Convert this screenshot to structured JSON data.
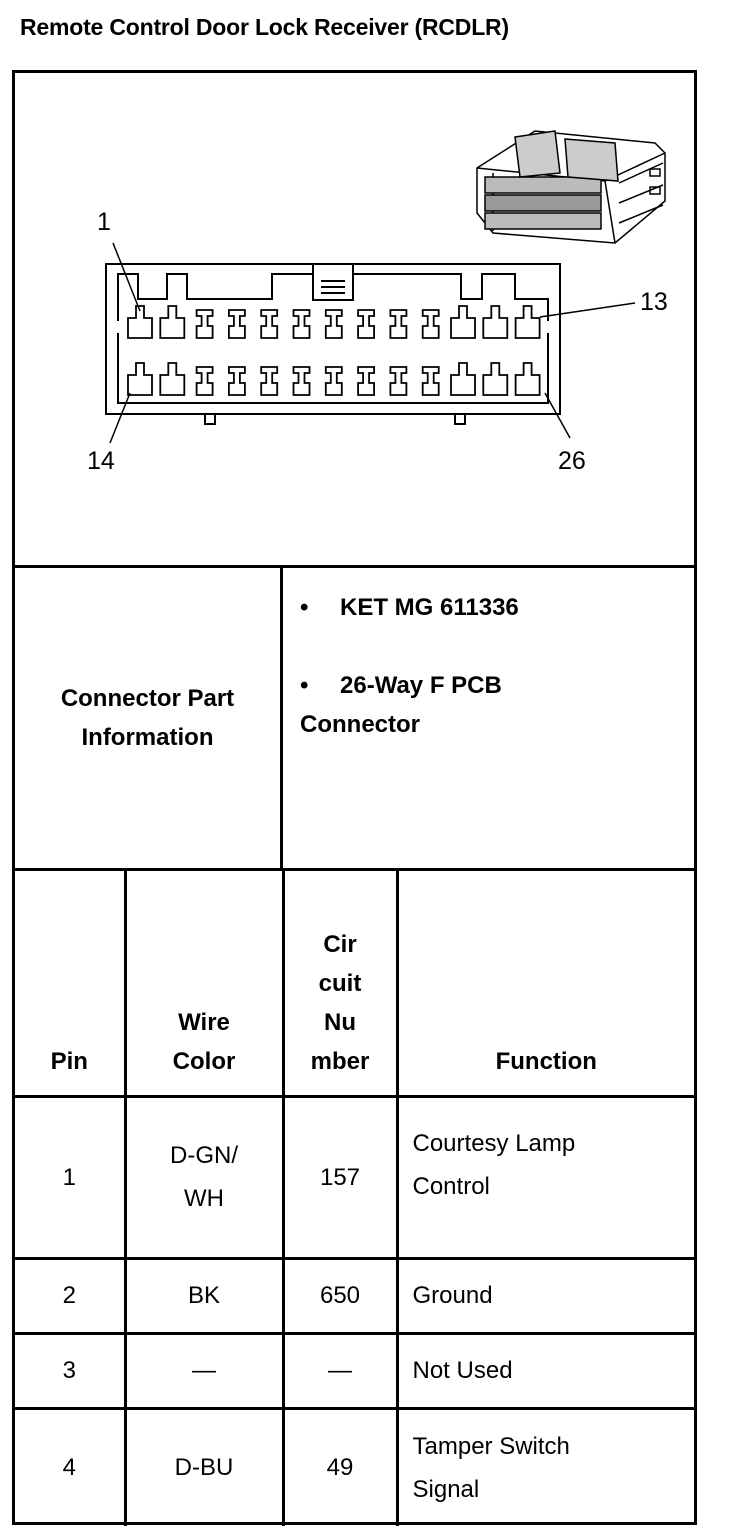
{
  "title": "Remote Control Door Lock Receiver (RCDLR)",
  "diagram": {
    "pin_labels": {
      "top_left": "1",
      "top_right": "13",
      "bottom_left": "14",
      "bottom_right": "26"
    }
  },
  "connector_info": {
    "label_line1": "Connector Part",
    "label_line2": "Information",
    "bullet": "•",
    "item1": "KET MG 611336",
    "item2_line1": "26-Way F PCB",
    "item2_line2": "Connector"
  },
  "table": {
    "headers": {
      "pin": "Pin",
      "wire_line1": "Wire",
      "wire_line2": "Color",
      "circuit_line1": "Cir",
      "circuit_line2": "cuit",
      "circuit_line3": "Nu",
      "circuit_line4": "mber",
      "function": "Function"
    },
    "rows": [
      {
        "pin": "1",
        "wire_line1": "D-GN/",
        "wire_line2": "WH",
        "circuit": "157",
        "function_line1": "Courtesy Lamp",
        "function_line2": "Control"
      },
      {
        "pin": "2",
        "wire_line1": "BK",
        "wire_line2": "",
        "circuit": "650",
        "function_line1": "Ground",
        "function_line2": ""
      },
      {
        "pin": "3",
        "wire_line1": "—",
        "wire_line2": "",
        "circuit": "—",
        "function_line1": "Not Used",
        "function_line2": ""
      },
      {
        "pin": "4",
        "wire_line1": "D-BU",
        "wire_line2": "",
        "circuit": "49",
        "function_line1": "Tamper Switch",
        "function_line2": "Signal"
      }
    ]
  }
}
